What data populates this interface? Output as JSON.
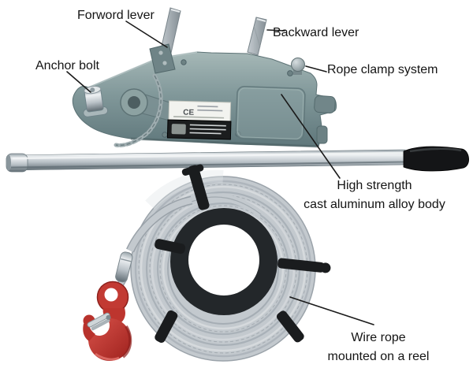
{
  "figure": {
    "type": "annotated-product-diagram",
    "subject": "wire rope lever hoist with handle bar, hook and coiled wire rope on a reel"
  },
  "labels": {
    "forward_lever": "Forword lever",
    "backward_lever": "Backward lever",
    "anchor_bolt": "Anchor bolt",
    "rope_clamp": "Rope clamp system",
    "body_line1": "High strength",
    "body_line2": "cast aluminum alloy body",
    "wire_rope_line1": "Wire rope",
    "wire_rope_line2": "mounted on a reel"
  },
  "nameplate": {
    "ce_mark": "CE"
  },
  "colors": {
    "background": "#ffffff",
    "annotation_text": "#141414",
    "leader_line": "#1a1a1a",
    "body_metal": "#7e9598",
    "lever_metal": "#aab4b9",
    "handle_bar_metal": "#c3cad0",
    "grip_black": "#17181a",
    "rope_gray": "#c3c9ce",
    "reel_black": "#1a1c1e",
    "hook_red": "#bf352e",
    "nameplate_white": "#f2f3ef",
    "nameplate_black": "#1b1d1e"
  }
}
